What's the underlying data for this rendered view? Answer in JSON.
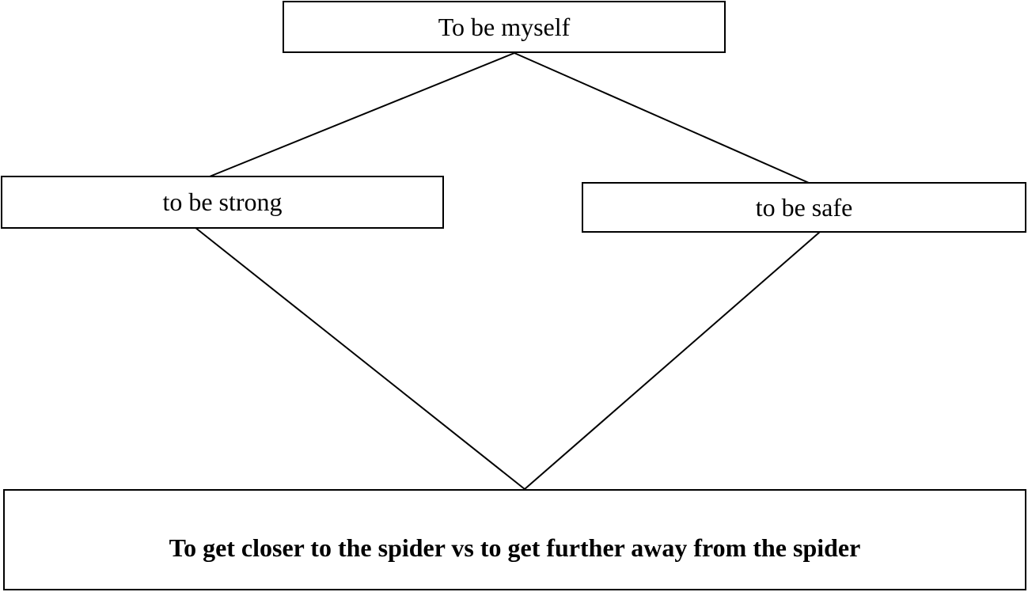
{
  "diagram": {
    "nodes": {
      "top": {
        "label": "To be myself"
      },
      "left": {
        "label": "to be strong"
      },
      "right": {
        "label": "to be safe"
      },
      "bottom": {
        "label": "To get closer to the spider vs to get further away from the spider"
      }
    },
    "edges": [
      {
        "from": "top",
        "to": "left"
      },
      {
        "from": "top",
        "to": "right"
      },
      {
        "from": "left",
        "to": "bottom"
      },
      {
        "from": "right",
        "to": "bottom"
      }
    ],
    "colors": {
      "line": "#000000",
      "box_border": "#000000",
      "background": "#ffffff"
    }
  }
}
